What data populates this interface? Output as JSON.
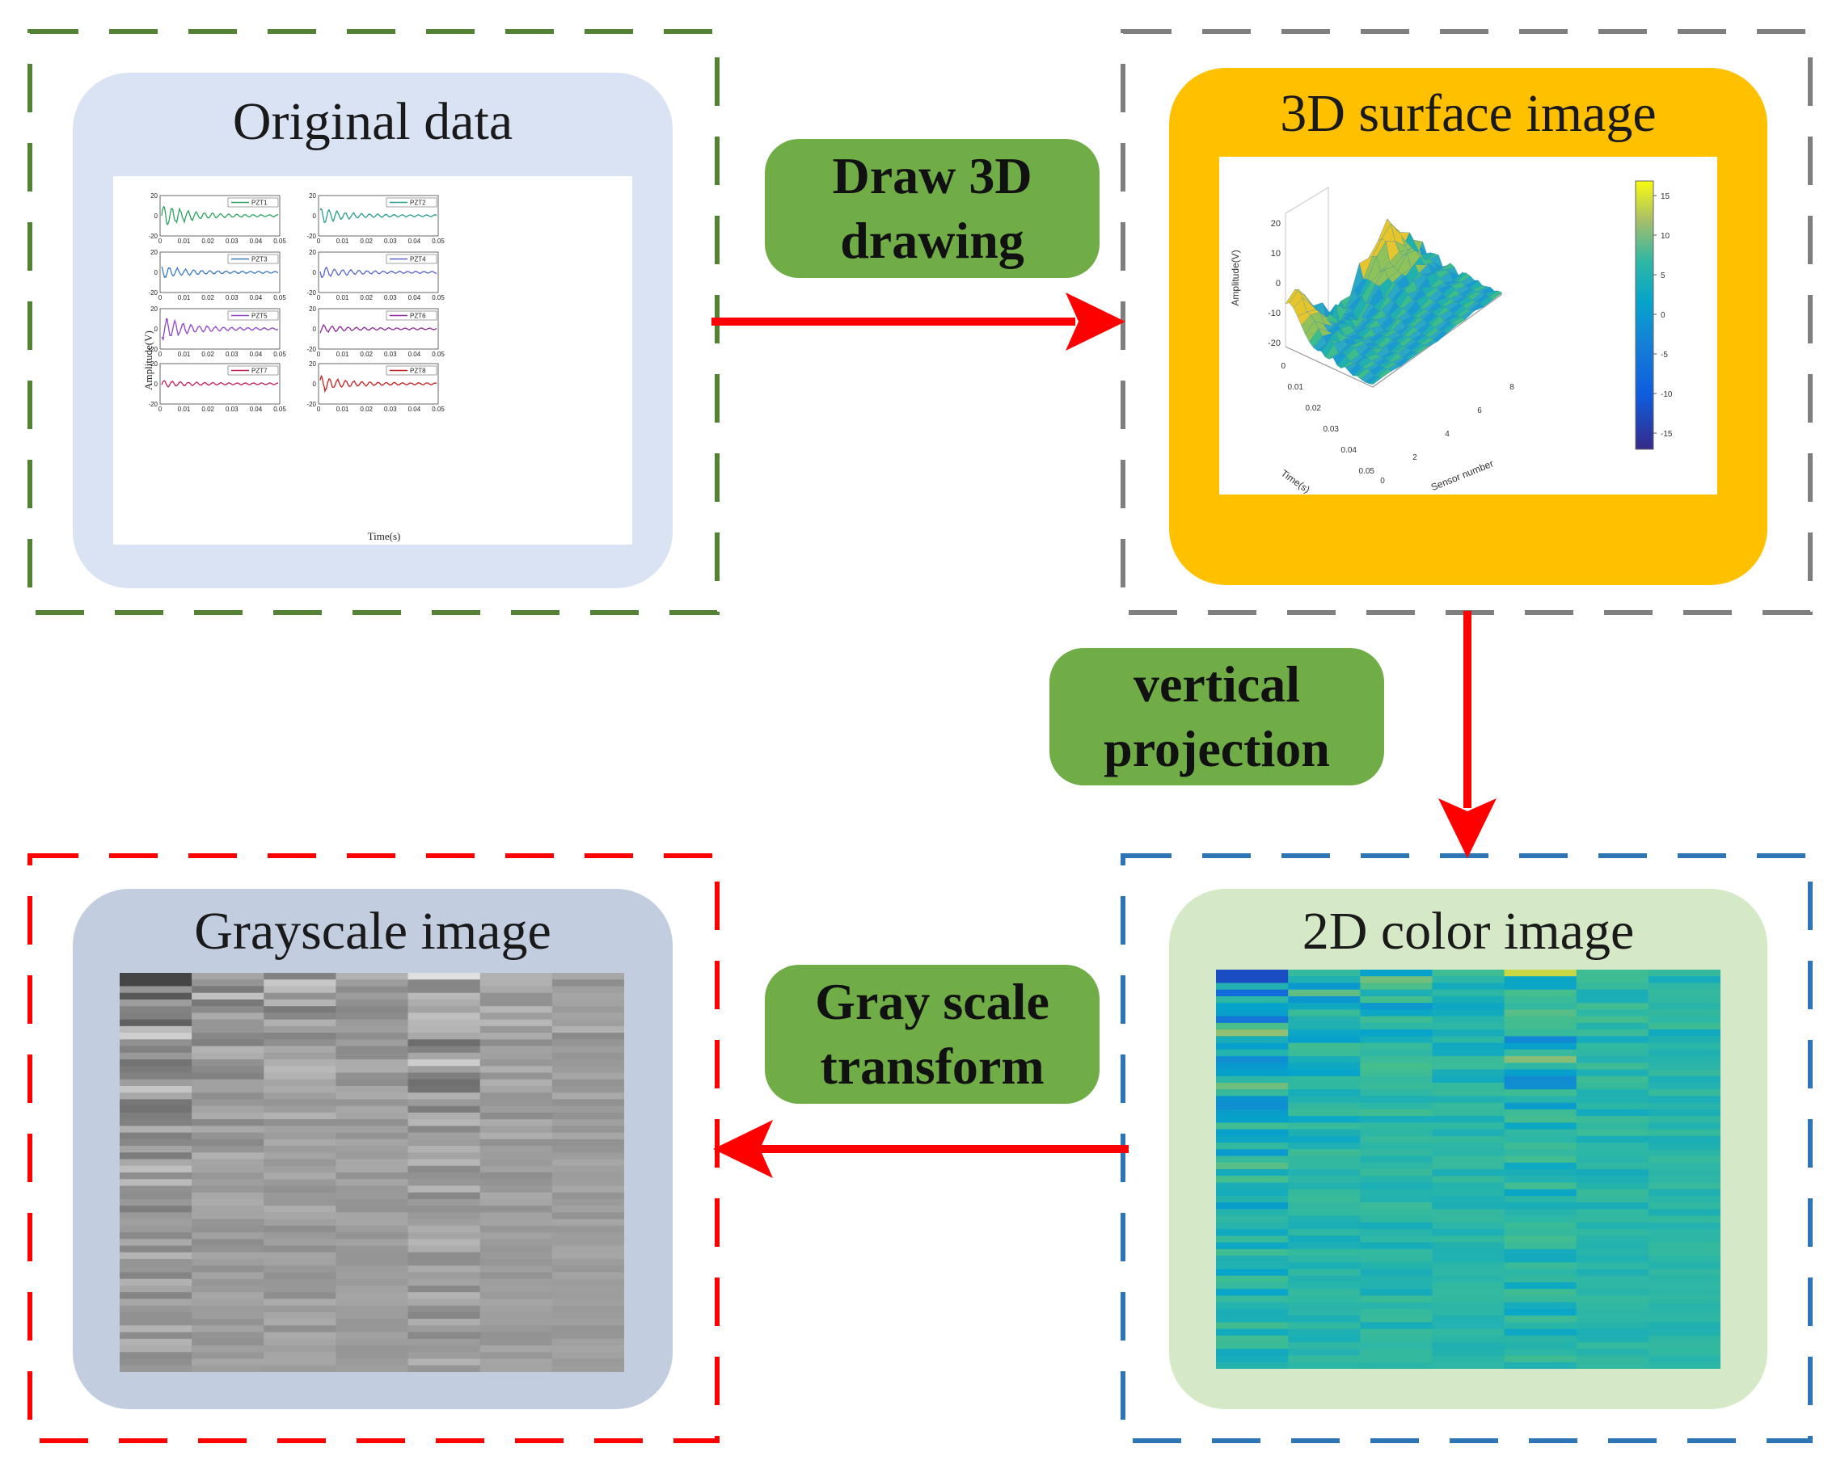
{
  "stages": {
    "original": {
      "title": "Original data",
      "ylabel": "Amplitude(V)",
      "xlabel": "Time(s)",
      "xticks": [
        "0",
        "0.01",
        "0.02",
        "0.03",
        "0.04",
        "0.05"
      ],
      "yticks": [
        "20",
        "0",
        "-20"
      ],
      "channels": [
        {
          "name": "PZT1",
          "color": "#2ca25f",
          "level": 0.9
        },
        {
          "name": "PZT2",
          "color": "#2a9d8f",
          "level": 0.55
        },
        {
          "name": "PZT3",
          "color": "#3a7abf",
          "level": 0.45
        },
        {
          "name": "PZT4",
          "color": "#5a64c8",
          "level": 0.4
        },
        {
          "name": "PZT5",
          "color": "#8e44c8",
          "level": 0.85
        },
        {
          "name": "PZT6",
          "color": "#8e2a9a",
          "level": 0.25
        },
        {
          "name": "PZT7",
          "color": "#c0205a",
          "level": 0.2
        },
        {
          "name": "PZT8",
          "color": "#c41e1e",
          "level": 0.55
        }
      ]
    },
    "surface": {
      "title": "3D surface image",
      "zlabel": "Amplitude(V)",
      "xlabel": "Time(s)",
      "ylabel": "Sensor number",
      "zticks": [
        "20",
        "10",
        "0",
        "-10",
        "-20"
      ],
      "time_ticks": [
        "0",
        "0.01",
        "0.02",
        "0.03",
        "0.04",
        "0.05"
      ],
      "sensor_ticks": [
        "0",
        "2",
        "4",
        "6",
        "8"
      ],
      "colorbar_ticks": [
        "15",
        "10",
        "5",
        "0",
        "-5",
        "-10",
        "-15"
      ]
    },
    "color2d": {
      "title": "2D color image"
    },
    "gray": {
      "title": "Grayscale image"
    }
  },
  "steps": {
    "draw": [
      "Draw 3D",
      "drawing"
    ],
    "project": [
      "vertical",
      "projection"
    ],
    "grayscale": [
      "Gray scale",
      "transform"
    ]
  },
  "colors": {
    "frame_green": "#548235",
    "frame_gray": "#7f7f7f",
    "frame_red": "#ff0000",
    "frame_blue": "#2e75b6",
    "arrow": "#ff0000",
    "step_fill": "#70ad47",
    "original_fill": "#dae3f3",
    "surface_fill": "#ffc000",
    "color2d_fill": "#d6e9c6",
    "gray_fill": "#c2cde0"
  }
}
